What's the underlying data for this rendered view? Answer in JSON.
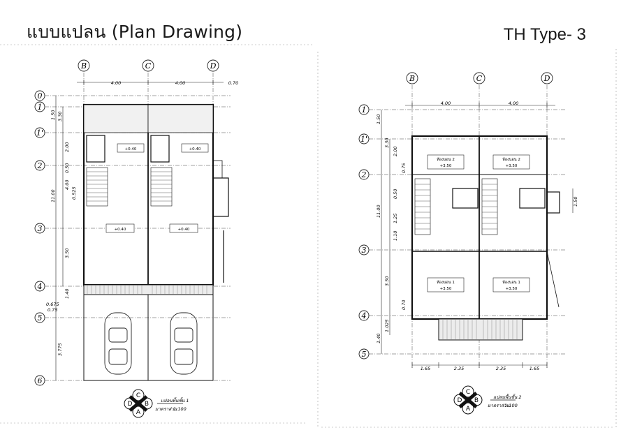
{
  "header": {
    "title": "แบบแปลน (Plan Drawing)",
    "type_label": "TH Type- 3"
  },
  "plan1": {
    "grid_cols": [
      "B",
      "C",
      "D"
    ],
    "grid_rows": [
      "0",
      "1",
      "1'",
      "2",
      "3",
      "4",
      "5",
      "6"
    ],
    "dims_top": [
      "4.00",
      "4.00",
      "0.70"
    ],
    "dims_left": [
      "1.50",
      "3.30",
      "2.00",
      "0.50",
      "4.00",
      "0.525",
      "11.00",
      "3.50",
      "1.40",
      "0.675",
      "0.75",
      "3.775"
    ],
    "room_levels": [
      "+0.40",
      "+0.40",
      "+0.40",
      "+0.40"
    ],
    "caption_title": "แปลนพื้นชั้น 1",
    "caption_scale_label": "มาตราส่วน",
    "caption_scale": "1:100"
  },
  "plan2": {
    "grid_cols": [
      "B",
      "C",
      "D"
    ],
    "grid_rows": [
      "1",
      "1'",
      "2",
      "3",
      "4",
      "5"
    ],
    "dims_top": [
      "4.00",
      "4.00"
    ],
    "dims_bottom": [
      "1.65",
      "2.35",
      "2.35",
      "1.65"
    ],
    "dims_left": [
      "1.50",
      "3.30",
      "2.00",
      "0.75",
      "0.50",
      "1.25",
      "1.10",
      "11.00",
      "3.50",
      "0.70",
      "1.40",
      "1.025"
    ],
    "dims_right": [
      "1.50"
    ],
    "room_names": [
      "ห้องนอน 2",
      "ห้องนอน 2",
      "ห้องนอน 1",
      "ห้องนอน 1"
    ],
    "room_levels": [
      "+3.50",
      "+3.50",
      "+3.50",
      "+3.50"
    ],
    "caption_title": "แปลนพื้นชั้น 2",
    "caption_scale_label": "มาตราส่วน",
    "caption_scale": "1:100"
  },
  "compass": {
    "letters": [
      "C",
      "D",
      "B",
      "A"
    ]
  }
}
